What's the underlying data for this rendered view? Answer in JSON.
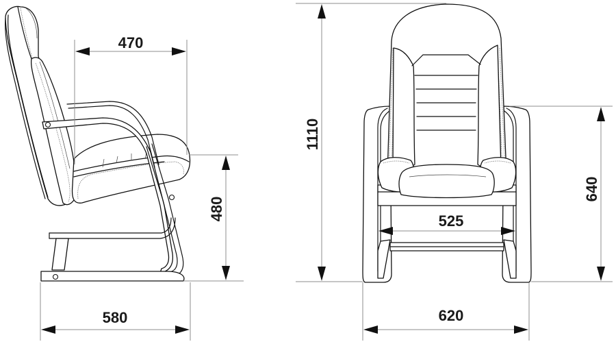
{
  "drawing": {
    "subject": "Visitor chair on cantilever sled frame — dimensions in mm",
    "views": [
      {
        "id": "side-view",
        "label": "Side view"
      },
      {
        "id": "front-view",
        "label": "Front view"
      }
    ]
  },
  "dimensions": {
    "seat_depth": {
      "value": "470",
      "orientation": "horizontal",
      "view": "side"
    },
    "seat_height": {
      "value": "480",
      "orientation": "vertical",
      "view": "side"
    },
    "overall_depth": {
      "value": "580",
      "orientation": "horizontal",
      "view": "side"
    },
    "overall_height": {
      "value": "1110",
      "orientation": "vertical",
      "view": "front"
    },
    "armrest_height": {
      "value": "640",
      "orientation": "vertical",
      "view": "front"
    },
    "seat_width": {
      "value": "525",
      "orientation": "horizontal",
      "view": "front"
    },
    "overall_width": {
      "value": "620",
      "orientation": "horizontal",
      "view": "front"
    }
  },
  "colors": {
    "outline": "#111111",
    "dimension_line": "#8c8c8c",
    "label": "#1a1a1a",
    "background": "#ffffff"
  }
}
